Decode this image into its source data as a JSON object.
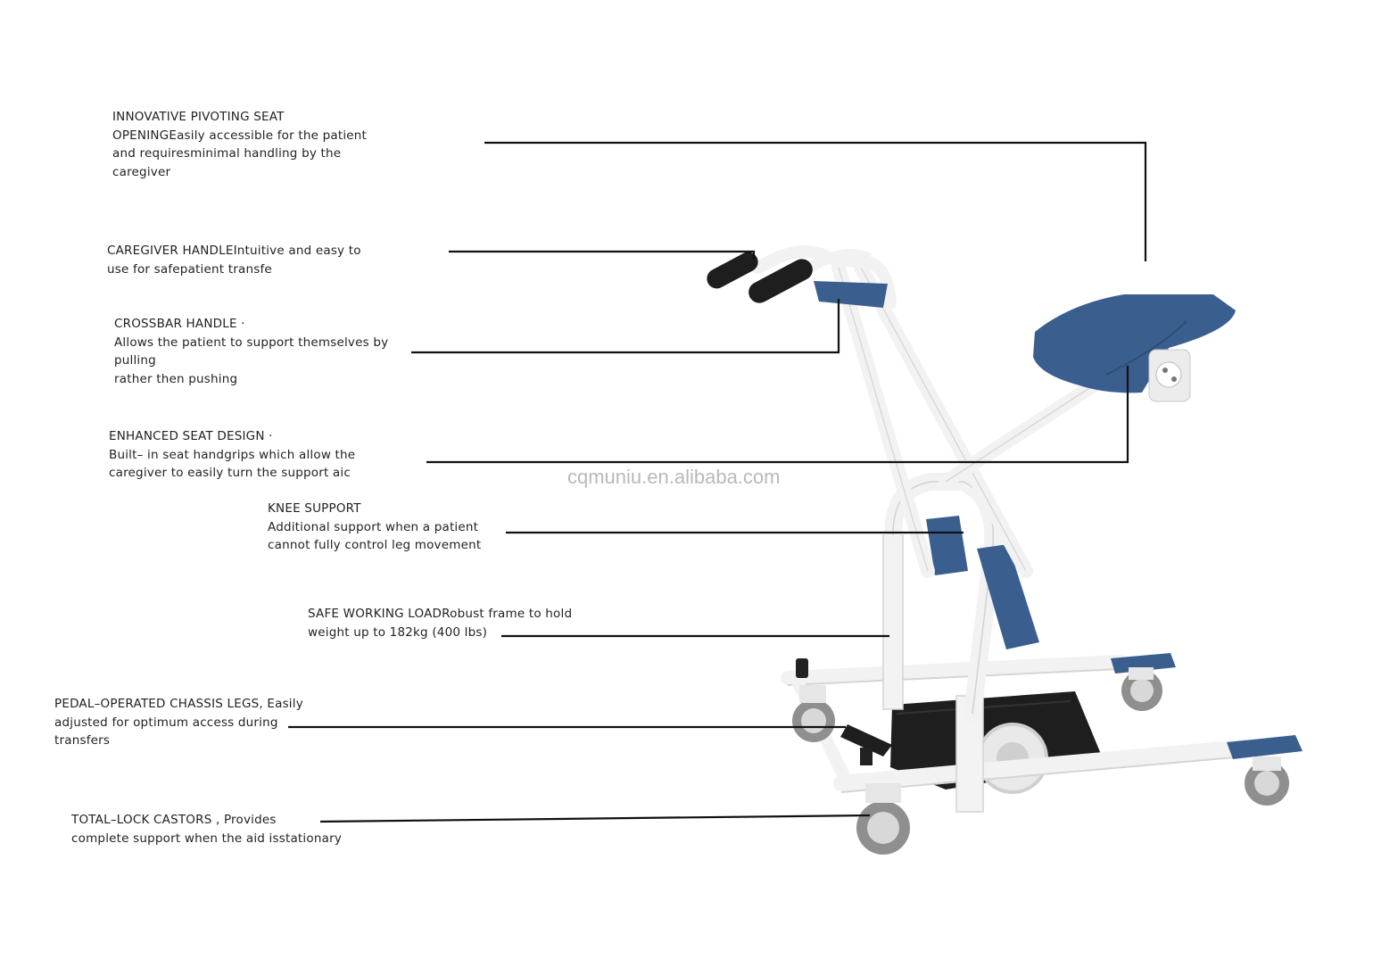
{
  "callouts": [
    {
      "id": "pivoting-seat",
      "lines": [
        "INNOVATIVE PIVOTING SEAT",
        "OPENINGEasily accessible for the patient",
        "and requiresminimal handling by the",
        "caregiver"
      ]
    },
    {
      "id": "caregiver-handle",
      "lines": [
        "CAREGIVER HANDLEIntuitive and easy to",
        "use for safepatient transfe"
      ]
    },
    {
      "id": "crossbar-handle",
      "lines": [
        "CROSSBAR HANDLE ·",
        "Allows the patient to support themselves by",
        "pulling",
        "rather then pushing"
      ]
    },
    {
      "id": "seat-design",
      "lines": [
        "ENHANCED SEAT DESIGN ·",
        "Built– in seat handgrips which allow the",
        "caregiver to easily turn the support aic"
      ]
    },
    {
      "id": "knee-support",
      "lines": [
        "KNEE SUPPORT",
        "Additional support when a patient",
        "cannot fully control leg movement"
      ]
    },
    {
      "id": "working-load",
      "lines": [
        "SAFE WORKING LOADRobust frame to hold",
        "weight up to 182kg (400 lbs)"
      ]
    },
    {
      "id": "chassis-legs",
      "lines": [
        "PEDAL–OPERATED CHASSIS LEGS,  Easily",
        "adjusted for optimum access during",
        "transfers"
      ]
    },
    {
      "id": "castors",
      "lines": [
        "TOTAL–LOCK CASTORS ,  Provides",
        "complete support when the aid isstationary"
      ]
    }
  ],
  "watermark": "cqmuniu.en.alibaba.com",
  "colors": {
    "frame": "#f4f4f4",
    "pad": "#3a5f8f",
    "wheel": "#9a9a9a",
    "base": "#1e1e1e",
    "leader": "#111111"
  }
}
